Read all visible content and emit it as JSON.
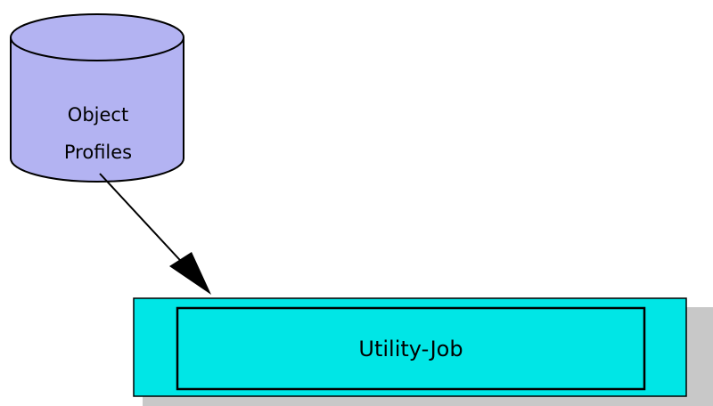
{
  "diagram": {
    "database": {
      "label_line1": "Object",
      "label_line2": "Profiles",
      "fill_color": "#b3b3f2"
    },
    "process": {
      "label": "Utility-Job",
      "fill_color": "#00e6e6",
      "shadow_color": "#c8c8c8"
    },
    "connector": {
      "from": "Object Profiles",
      "to": "Utility-Job",
      "arrowhead": "filled"
    }
  }
}
